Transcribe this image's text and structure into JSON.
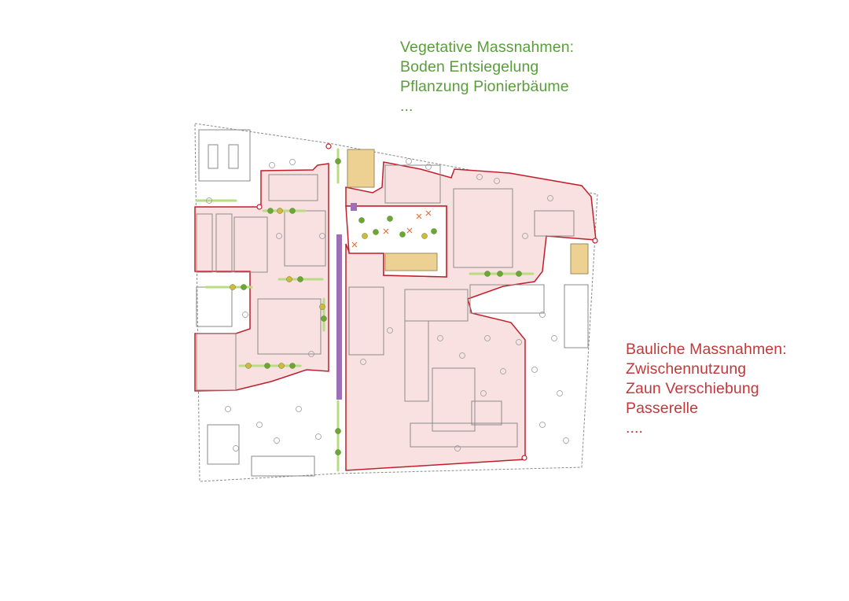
{
  "legend": {
    "vegetative": {
      "color": "#5a9e3c",
      "lines": [
        "Vegetative Massnahmen:",
        "Boden Entsiegelung",
        "Pflanzung Pionierbäume",
        "..."
      ]
    },
    "bauliche": {
      "color": "#c0393b",
      "lines": [
        "Bauliche Massnahmen:",
        "Zwischennutzung",
        "Zaun Verschiebung",
        "Passerelle",
        "...."
      ]
    }
  },
  "colors": {
    "intervention_fill": "#f9e1e1",
    "boundary": "#c21e2a",
    "building": "#888888",
    "site_outline": "#8a8a8a",
    "tree_new": "#6aa832",
    "tree_mixed": "#d4b83a",
    "tree_line": "#b9dc83",
    "temporary_use": "#ecd193",
    "passerelle": "#9d6fb4",
    "removal_cross": "#e0733c"
  },
  "icons": [
    "new-tree-icon",
    "tree-removal-cross-icon",
    "existing-tree-icon",
    "fence-node-icon"
  ]
}
